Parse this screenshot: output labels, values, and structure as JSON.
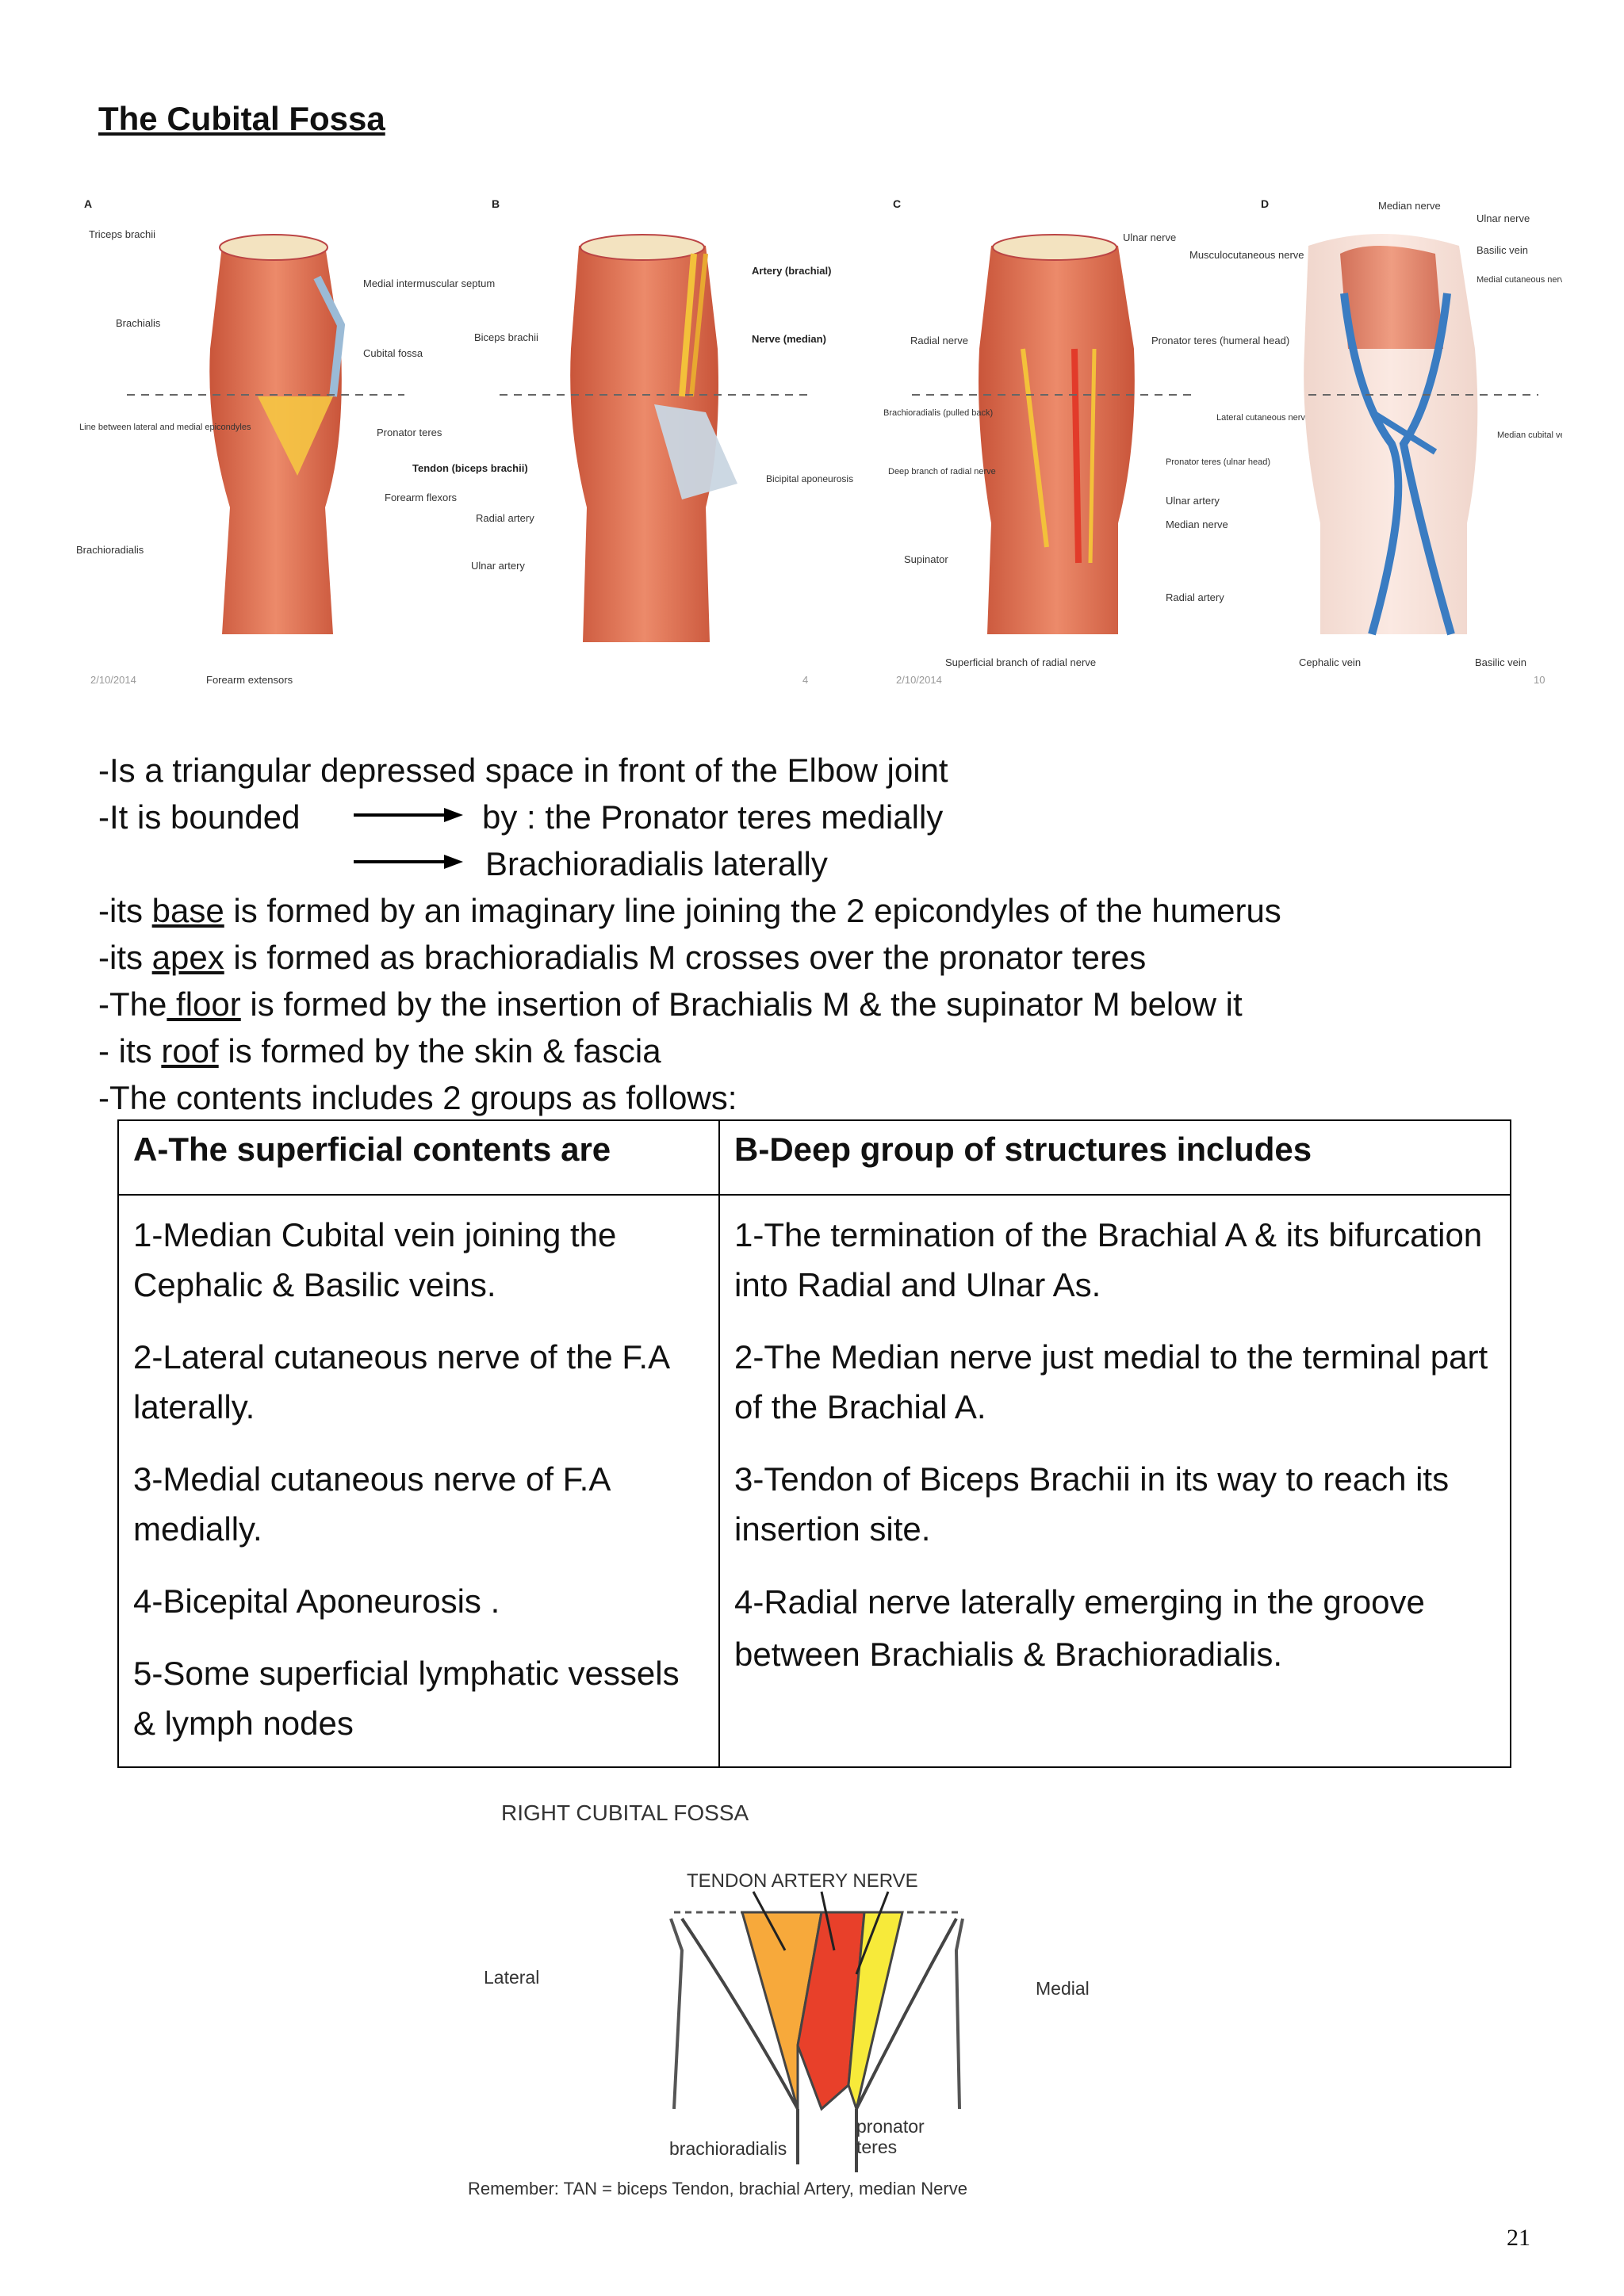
{
  "page_title": "The Cubital Fossa",
  "figure_top": {
    "panels": [
      {
        "letter": "A",
        "labels": [
          "Triceps brachii",
          "Medial intermuscular septum",
          "Brachialis",
          "Cubital fossa",
          "Line between lateral and medial epicondyles",
          "Pronator teres",
          "Forearm flexors",
          "Brachioradialis",
          "Forearm extensors"
        ],
        "date": "2/10/2014"
      },
      {
        "letter": "B",
        "labels": [
          "Artery (brachial)",
          "Biceps brachii",
          "Nerve (median)",
          "Tendon (biceps brachii)",
          "Bicipital aponeurosis",
          "Radial artery",
          "Ulnar artery"
        ],
        "page": "4"
      },
      {
        "letter": "C",
        "labels": [
          "Ulnar nerve",
          "Radial nerve",
          "Musculocutaneous nerve",
          "Pronator teres (humeral head)",
          "Brachioradialis (pulled back)",
          "Deep branch of radial nerve",
          "Pronator teres (ulnar head)",
          "Ulnar artery",
          "Median nerve",
          "Supinator",
          "Radial artery",
          "Superficial branch of radial nerve",
          "Lateral cutaneous nerve of forearm"
        ],
        "date": "2/10/2014"
      },
      {
        "letter": "D",
        "labels": [
          "Median nerve",
          "Ulnar nerve",
          "Basilic vein",
          "Medial cutaneous nerve of forearm",
          "Median cubital vein",
          "Cephalic vein",
          "Basilic vein"
        ],
        "page": "10"
      }
    ]
  },
  "bullets": {
    "b1": "-Is a triangular depressed space in front of the Elbow joint",
    "b2a": "-It is bounded",
    "b2b": "by : the Pronator teres medially",
    "b3": "Brachioradialis laterally",
    "b4_pre": "-its ",
    "b4_u": "base",
    "b4_post": " is formed by an imaginary line joining the 2 epicondyles of the humerus",
    "b5_pre": "-its ",
    "b5_u": "apex",
    "b5_post": " is formed as brachioradialis M crosses over the pronator teres",
    "b6_pre": "-The",
    "b6_u": " floor",
    "b6_post": " is formed by the insertion of Brachialis M & the supinator M below it",
    "b7_pre": "- its ",
    "b7_u": "roof",
    "b7_post": " is formed by the skin & fascia",
    "b8": "-The contents includes 2 groups as follows:"
  },
  "table": {
    "headers": [
      "A-The superficial contents are",
      "B-Deep group of structures includes"
    ],
    "col_a": [
      "1-Median Cubital vein joining the Cephalic & Basilic veins.",
      "2-Lateral cutaneous nerve of the F.A laterally.",
      "3-Medial cutaneous nerve of F.A medially.",
      "4-Bicepital Aponeurosis .",
      "5-Some superficial lymphatic vessels & lymph nodes"
    ],
    "col_b": [
      "1-The termination of the Brachial A & its bifurcation into Radial and Ulnar As.",
      "2-The Median nerve just medial to the terminal part of the Brachial A.",
      "3-Tendon of Biceps Brachii in its way to reach its insertion site.",
      "4-Radial nerve laterally emerging in the groove between Brachialis & Brachioradialis."
    ]
  },
  "diagram": {
    "title": "RIGHT CUBITAL FOSSA",
    "top_labels": "TENDON  ARTERY  NERVE",
    "lateral": "Lateral",
    "medial": "Medial",
    "left_muscle": "brachioradialis",
    "right_muscle_1": "pronator",
    "right_muscle_2": "teres",
    "mnemonic": "Remember: TAN = biceps Tendon, brachial Artery, median Nerve",
    "colors": {
      "tendon": "#f7a93b",
      "artery": "#e8402a",
      "nerve": "#f7ea3a"
    }
  },
  "page_number": "21"
}
